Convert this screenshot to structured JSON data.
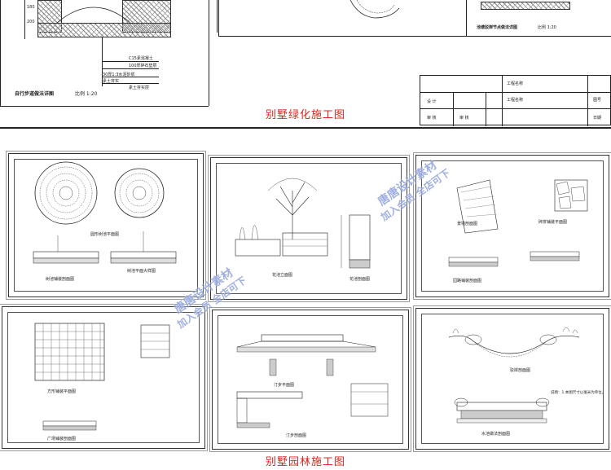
{
  "captions": {
    "greening": "别墅绿化施工图",
    "garden": "别墅园林施工图"
  },
  "top_labels": {
    "dim_180": "180",
    "dim_200": "200",
    "left_title": "自行步道做法详图",
    "left_scale": "比例 1:20",
    "mid_title": "池塘驳岸节点做法详图",
    "mid_scale": "比例 1:20",
    "note_1": "C15素混凝土",
    "note_2": "100厚碎石垫层",
    "note_3": "素土夯实",
    "note_4": "30厚1:3水泥砂浆",
    "note_5": "素土夯实层"
  },
  "title_block": {
    "row1_a": "设 计",
    "row1_b": "工程名称",
    "row2_a": "审 核",
    "row2_b": "工程名称",
    "row3_a": "审 核",
    "col_right_1": "图号",
    "col_right_2": "日期"
  },
  "watermarks": [
    {
      "line1": "唐唐设计素材",
      "line2": "加入会员 全店可下"
    },
    {
      "line1": "唐唐设计素材",
      "line2": "加入会员 全店可下"
    }
  ],
  "panel_labels": {
    "p1_a": "圆形树池平面图",
    "p1_b": "树池铺装剖面图",
    "p1_c": "树池平面大样图",
    "p2_a": "花池立面图",
    "p2_b": "花池剖面图",
    "p3_a": "景墙剖面图",
    "p3_b": "碎拼铺装平面图",
    "p3_c": "园路铺装剖面图",
    "p4_a": "方形铺装平面图",
    "p4_b": "广场铺装剖面图",
    "p5_a": "汀步平面图",
    "p5_b": "汀步剖面图",
    "p6_a": "驳岸剖面图",
    "p6_b": "水池做法剖面图",
    "p6_note": "说明：1.本图尺寸以毫米为单位。"
  }
}
